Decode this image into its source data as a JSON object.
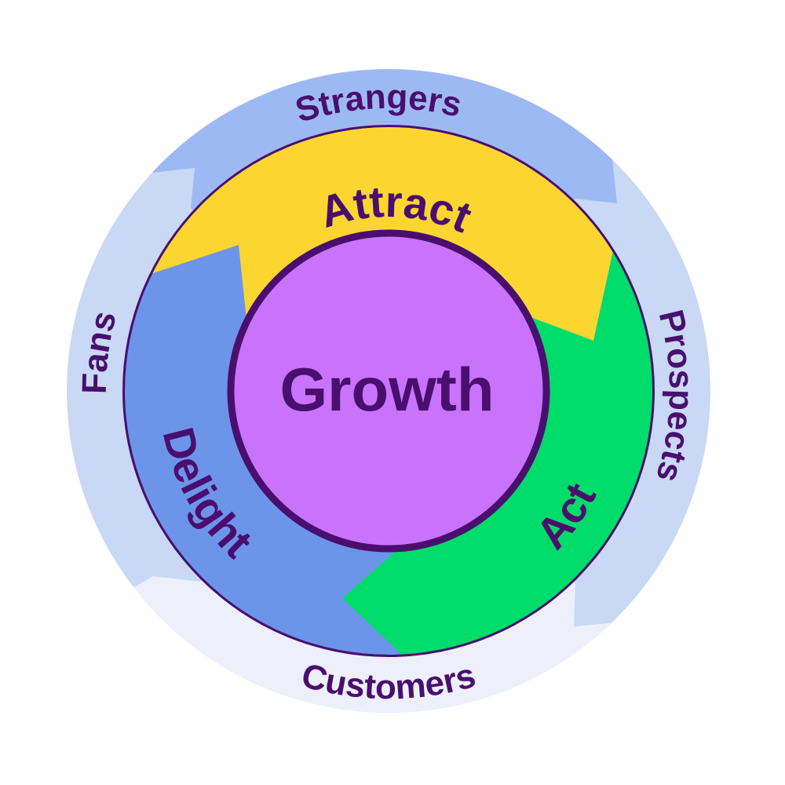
{
  "diagram": {
    "center_label": "Growth",
    "stages": [
      {
        "key": "attract",
        "label": "Attract",
        "color": "#fcd630"
      },
      {
        "key": "act",
        "label": "Act",
        "color": "#00dc6a"
      },
      {
        "key": "delight",
        "label": "Delight",
        "color": "#6c95ea"
      }
    ],
    "audiences": [
      {
        "key": "strangers",
        "label": "Strangers",
        "color": "#9db9f3"
      },
      {
        "key": "prospects",
        "label": "Prospects",
        "color": "#c9d8f4"
      },
      {
        "key": "customers",
        "label": "Customers",
        "color": "#edf0fa"
      },
      {
        "key": "fans",
        "label": "Fans",
        "color": "#c9d8f4"
      }
    ],
    "colors": {
      "outline": "#4a0f6e",
      "hub": "#c973fc",
      "text": "#4a0f6e"
    }
  }
}
